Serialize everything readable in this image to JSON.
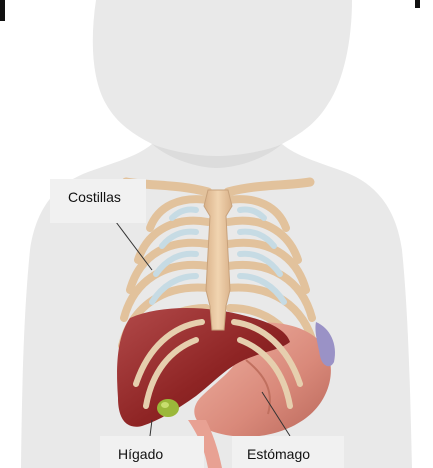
{
  "labels": {
    "ribs": "Costillas",
    "liver": "Hígado",
    "stomach": "Estómago"
  },
  "colors": {
    "silhouette": "#e8e8e8",
    "bone": "#e8c8a0",
    "cartilage": "#c8dde6",
    "liver": "#8e2424",
    "stomach": "#d9897a",
    "gallbladder": "#9bb83a",
    "label_background": "#f1f1f1"
  }
}
